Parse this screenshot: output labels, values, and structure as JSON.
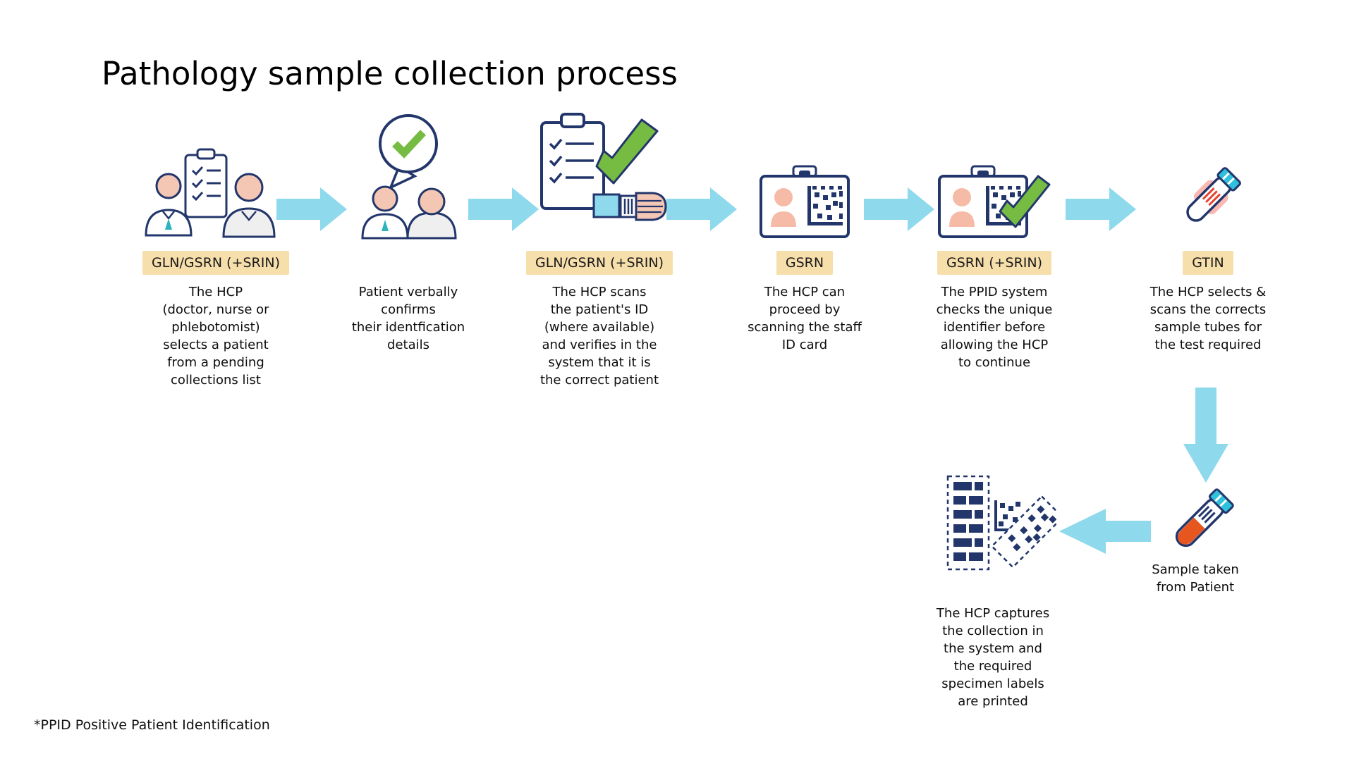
{
  "title": "Pathology sample collection process",
  "footnote": "*PPID Positive Patient Identification",
  "colors": {
    "arrow_blue": "#8FD9EC",
    "tag_background": "#F7DFAC",
    "outline_navy": "#23366B",
    "check_green": "#76BC43",
    "skin": "#F4C7B4",
    "teal_accent": "#2BB3BE",
    "cap_cyan": "#2FC1DC",
    "sample_red": "#E8561F",
    "scan_highlight_red": "#E8432F"
  },
  "steps": [
    {
      "icon": "hcp-and-patient-with-collections-list-icon",
      "tag": "GLN/GSRN (+SRIN)",
      "description": "The HCP\n(doctor, nurse or\nphlebotomist)\nselects a patient\nfrom a pending\ncollections list"
    },
    {
      "icon": "patient-verbal-confirmation-icon",
      "tag": "",
      "description": "Patient verbally\nconfirms\ntheir identfication\ndetails"
    },
    {
      "icon": "scan-patient-wristband-icon",
      "tag": "GLN/GSRN (+SRIN)",
      "description": "The HCP scans\nthe patient's ID\n(where available)\nand verifies in the\nsystem that it is\nthe correct patient"
    },
    {
      "icon": "staff-id-card-icon",
      "tag": "GSRN",
      "description": "The HCP can\nproceed by\nscanning the staff\nID card"
    },
    {
      "icon": "ppid-verified-id-card-icon",
      "tag": "GSRN (+SRIN)",
      "description": "The PPID system\nchecks the unique\nidentifier before\nallowing the HCP\nto continue"
    },
    {
      "icon": "sample-tube-scan-icon",
      "tag": "GTIN",
      "description": "The HCP selects &\nscans the corrects\nsample tubes for\nthe test required"
    }
  ],
  "sample_step": {
    "icon": "filled-sample-tube-icon",
    "label": "Sample taken\nfrom Patient"
  },
  "labels_step": {
    "icon": "specimen-labels-icon",
    "description": "The HCP captures\nthe collection in\nthe system and\nthe required\nspecimen labels\nare printed"
  }
}
